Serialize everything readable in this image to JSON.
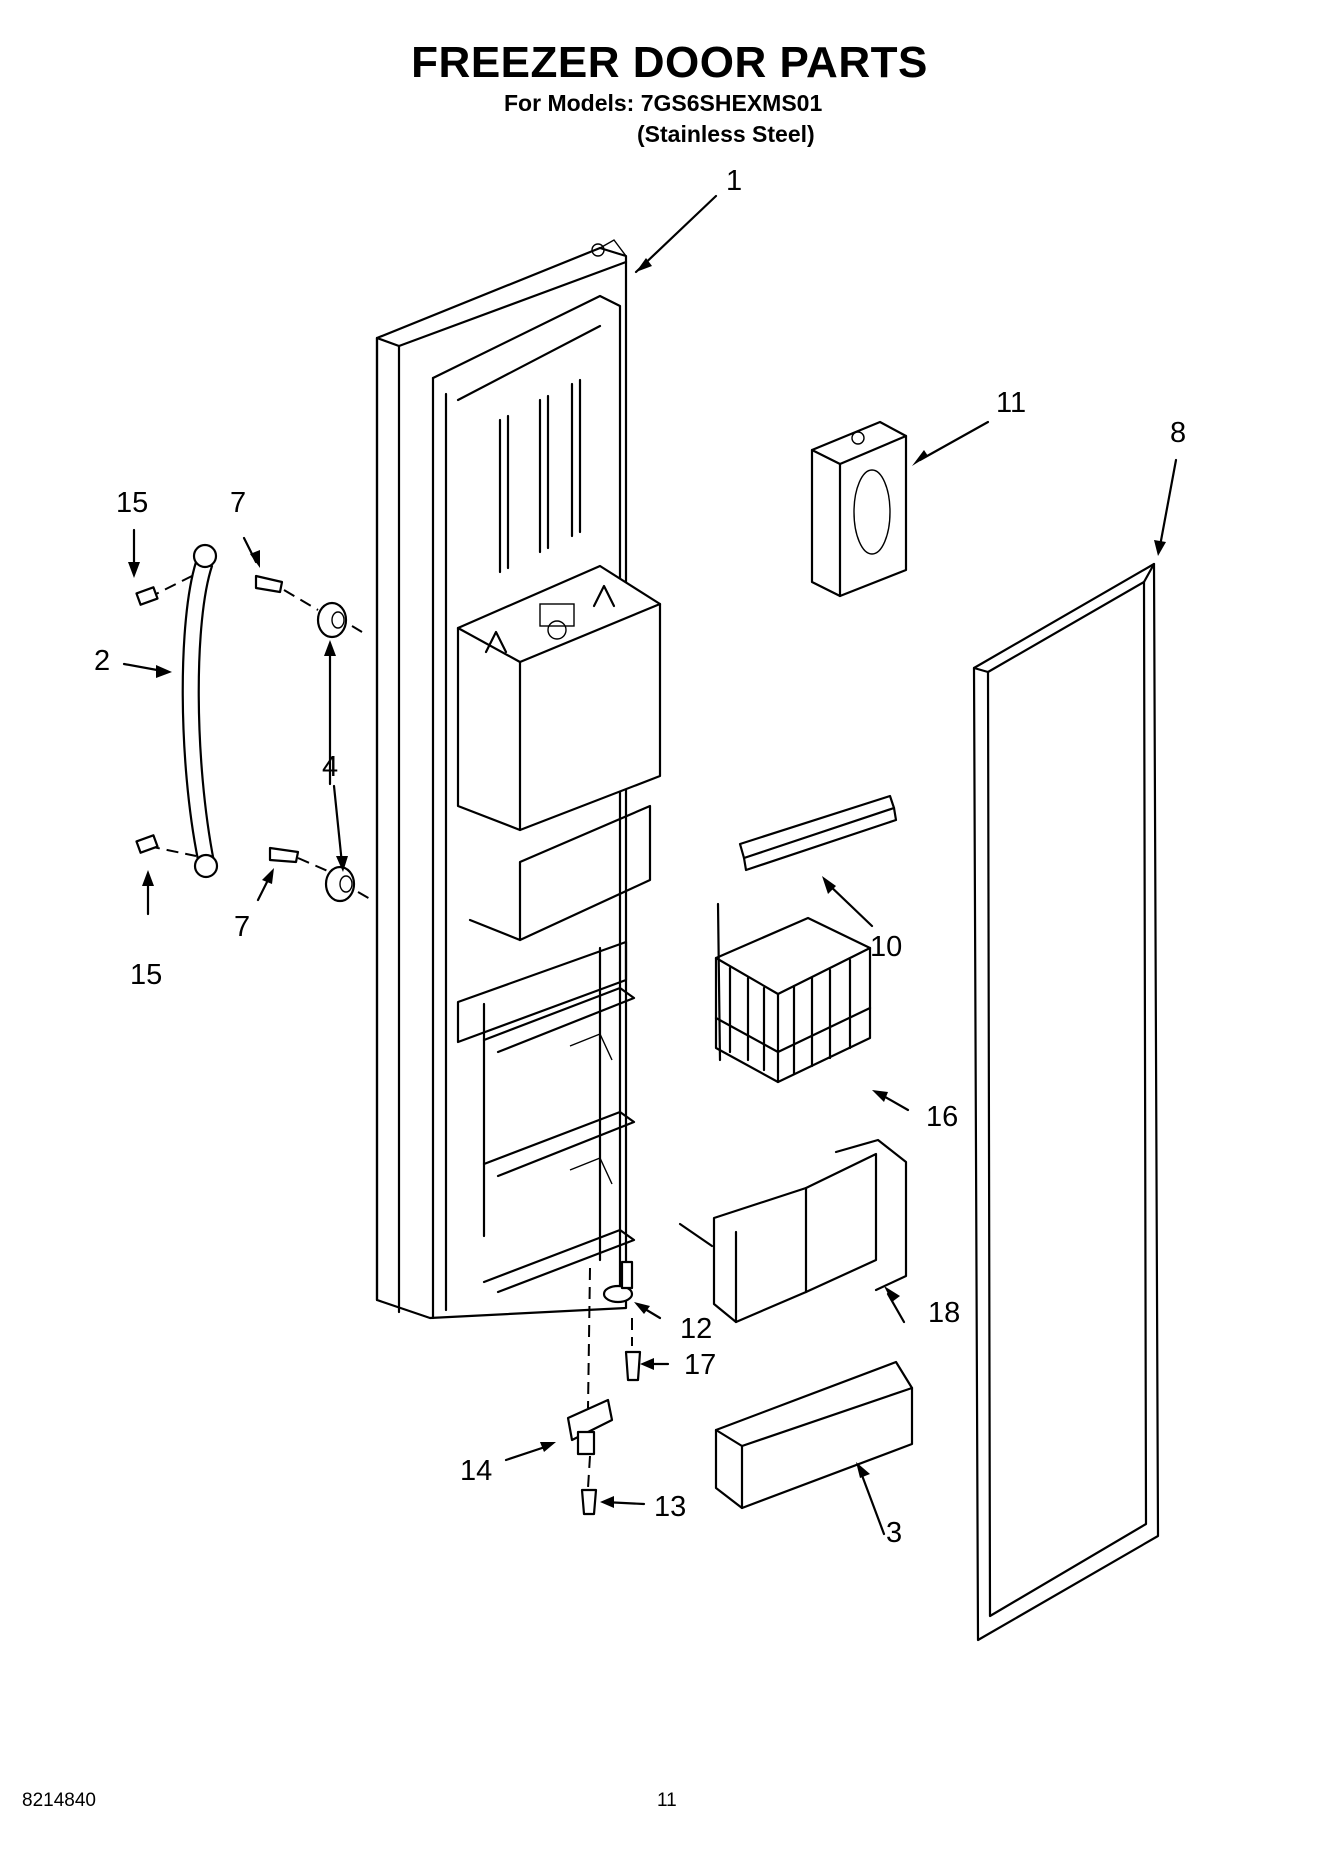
{
  "header": {
    "title": "FREEZER DOOR PARTS",
    "models_line": "For Models: 7GS6SHEXMS01",
    "finish_line": "(Stainless Steel)"
  },
  "footer": {
    "document_number": "8214840",
    "page_number": "11"
  },
  "callouts": [
    "1",
    "11",
    "8",
    "15",
    "7",
    "2",
    "4",
    "7",
    "15",
    "10",
    "16",
    "18",
    "12",
    "17",
    "14",
    "13",
    "3"
  ]
}
